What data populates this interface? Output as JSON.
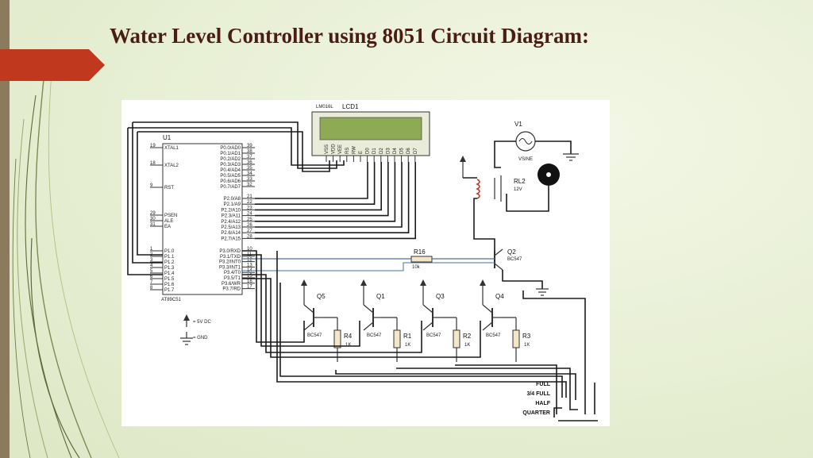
{
  "slide": {
    "title": "Water Level Controller using 8051 Circuit Diagram:",
    "colors": {
      "title": "#4a1c12",
      "accent": "#c0391f",
      "background": "#e6eed2"
    }
  },
  "diagram": {
    "mcu": {
      "ref": "U1",
      "part": "AT89C51",
      "left_pins": [
        {
          "num": "19",
          "name": "XTAL1"
        },
        {
          "num": "18",
          "name": "XTAL2"
        },
        {
          "num": "9",
          "name": "RST"
        },
        {
          "num": "29",
          "name": "PSEN"
        },
        {
          "num": "30",
          "name": "ALE"
        },
        {
          "num": "31",
          "name": "EA"
        },
        {
          "num": "1",
          "name": "P1.0"
        },
        {
          "num": "2",
          "name": "P1.1"
        },
        {
          "num": "3",
          "name": "P1.2"
        },
        {
          "num": "4",
          "name": "P1.3"
        },
        {
          "num": "5",
          "name": "P1.4"
        },
        {
          "num": "6",
          "name": "P1.5"
        },
        {
          "num": "7",
          "name": "P1.6"
        },
        {
          "num": "8",
          "name": "P1.7"
        }
      ],
      "right_pins_p0": [
        {
          "num": "39",
          "name": "P0.0/AD0"
        },
        {
          "num": "38",
          "name": "P0.1/AD1"
        },
        {
          "num": "37",
          "name": "P0.2/AD2"
        },
        {
          "num": "36",
          "name": "P0.3/AD3"
        },
        {
          "num": "35",
          "name": "P0.4/AD4"
        },
        {
          "num": "34",
          "name": "P0.5/AD5"
        },
        {
          "num": "33",
          "name": "P0.6/AD6"
        },
        {
          "num": "32",
          "name": "P0.7/AD7"
        }
      ],
      "right_pins_p2": [
        {
          "num": "21",
          "name": "P2.0/A8"
        },
        {
          "num": "22",
          "name": "P2.1/A9"
        },
        {
          "num": "23",
          "name": "P2.2/A10"
        },
        {
          "num": "24",
          "name": "P2.3/A11"
        },
        {
          "num": "25",
          "name": "P2.4/A12"
        },
        {
          "num": "26",
          "name": "P2.5/A13"
        },
        {
          "num": "27",
          "name": "P2.6/A14"
        },
        {
          "num": "28",
          "name": "P2.7/A15"
        }
      ],
      "right_pins_p3": [
        {
          "num": "10",
          "name": "P3.0/RXD"
        },
        {
          "num": "11",
          "name": "P3.1/TXD"
        },
        {
          "num": "12",
          "name": "P3.2/INT0"
        },
        {
          "num": "13",
          "name": "P3.3/INT1"
        },
        {
          "num": "14",
          "name": "P3.4/T0"
        },
        {
          "num": "15",
          "name": "P3.5/T1"
        },
        {
          "num": "16",
          "name": "P3.6/WR"
        },
        {
          "num": "17",
          "name": "P3.7/RD"
        }
      ]
    },
    "lcd": {
      "ref": "LCD1",
      "part": "LM016L",
      "pins": [
        "VSS",
        "VDD",
        "VEE",
        "RS",
        "RW",
        "E",
        "D0",
        "D1",
        "D2",
        "D3",
        "D4",
        "D5",
        "D6",
        "D7"
      ]
    },
    "source": {
      "ref": "V1",
      "part": "VSINE"
    },
    "relay": {
      "ref": "RL2",
      "value": "12V"
    },
    "drive_resistor": {
      "ref": "R16",
      "value": "10k"
    },
    "driver_transistor": {
      "ref": "Q2",
      "part": "BC547"
    },
    "sensor_stages": [
      {
        "transistor": "Q5",
        "part": "BC547",
        "resistor": "R4",
        "value": "1K"
      },
      {
        "transistor": "Q1",
        "part": "BC547",
        "resistor": "R1",
        "value": "1K"
      },
      {
        "transistor": "Q3",
        "part": "BC547",
        "resistor": "R2",
        "value": "1K"
      },
      {
        "transistor": "Q4",
        "part": "BC547",
        "resistor": "R3",
        "value": "1K"
      }
    ],
    "legend": {
      "vcc": "= 5V DC",
      "gnd": "= GND"
    },
    "level_labels": [
      "FULL",
      "3/4 FULL",
      "HALF",
      "QUARTER"
    ]
  }
}
